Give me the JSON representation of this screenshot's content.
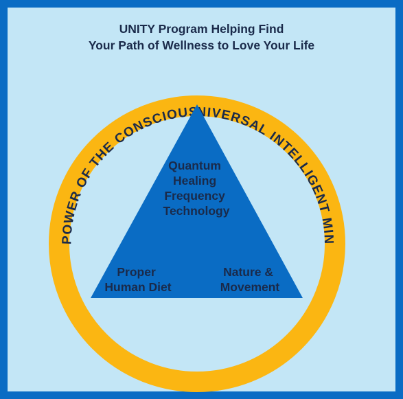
{
  "title": {
    "line1": "UNITY Program Helping Find",
    "line2": "Your Path of Wellness to Love Your Life"
  },
  "ring": {
    "left_arc_text": "POWER OF THE CONSCIOUS",
    "right_arc_text": "UNIVERSAL INTELLIGENT MIND"
  },
  "triangle": {
    "apex_label": [
      "Quantum",
      "Healing",
      "Frequency",
      "Technology"
    ],
    "left_label": [
      "Proper",
      "Human Diet"
    ],
    "right_label": [
      "Nature &",
      "Movement"
    ]
  },
  "colors": {
    "frame": "#0a6cc4",
    "background": "#c3e6f6",
    "ring": "#fbb612",
    "triangle": "#0a6cc4",
    "text": "#1a2a4a"
  }
}
